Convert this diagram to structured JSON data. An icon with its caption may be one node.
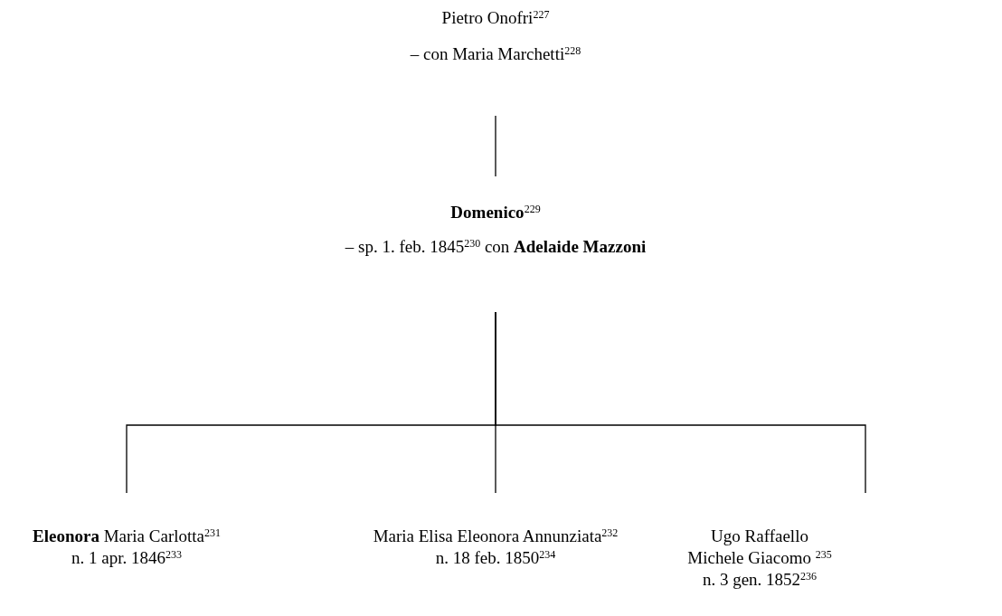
{
  "diagram": {
    "nodes": [
      {
        "text": [
          "Pietro Onofri$^{227}$",
          "– con  Maria Marchetti$^{228}$"
        ]
      },
      {
        "text": [
          "**Domenico**$^{229}$",
          "– sp. 1. feb. 1845$^{230}$ con  **Adelaide Mazzoni**"
        ]
      },
      {
        "text": [
          "**Eleonora** Maria Carlotta$^{231}$",
          "n. 1 apr. 1846$^{233}$"
        ]
      },
      {
        "text": [
          "Maria Elisa Eleonora Annunziata$^{232}$",
          "n. 18 feb. 1850$^{234}$"
        ]
      },
      {
        "text": [
          "Ugo Raffaello Michele Giacomo $^{235}$",
          "n. 3 gen. 1852$^{236}$"
        ]
      }
    ],
    "edges": [
      {
        "from": 0,
        "to": 1,
        "arrow": "none"
      },
      {
        "from": 1,
        "to": 2,
        "arrow": "none"
      },
      {
        "from": 1,
        "to": 3,
        "arrow": "none"
      },
      {
        "from": 1,
        "to": 4,
        "arrow": "none"
      }
    ]
  }
}
